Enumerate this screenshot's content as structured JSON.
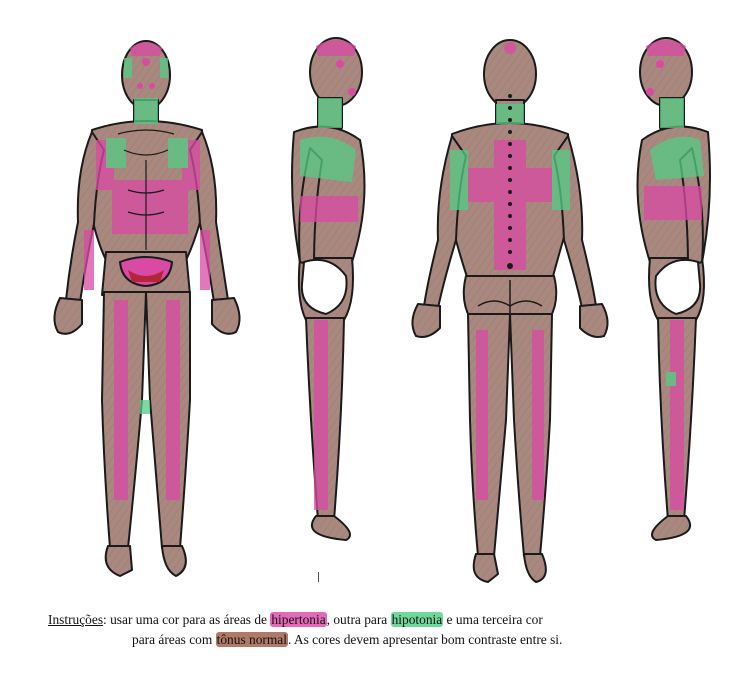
{
  "colors": {
    "hipertonia": "#d94aa5",
    "hipotonia": "#55cc85",
    "tonus_normal": "#a9897f",
    "outline": "#1a1a1a",
    "dark_red": "#b3263a"
  },
  "caption": {
    "label": "Instruções",
    "line1_a": ": usar uma cor para as áreas de ",
    "hipertonia": "hipertonia",
    "line1_b": ", outra para ",
    "hipotonia": "hipotonia",
    "line1_c": " e uma terceira cor",
    "line2_a": "para áreas com ",
    "tonus_normal": "tônus normal",
    "line2_b": ". As cores devem apresentar bom contraste entre si."
  }
}
